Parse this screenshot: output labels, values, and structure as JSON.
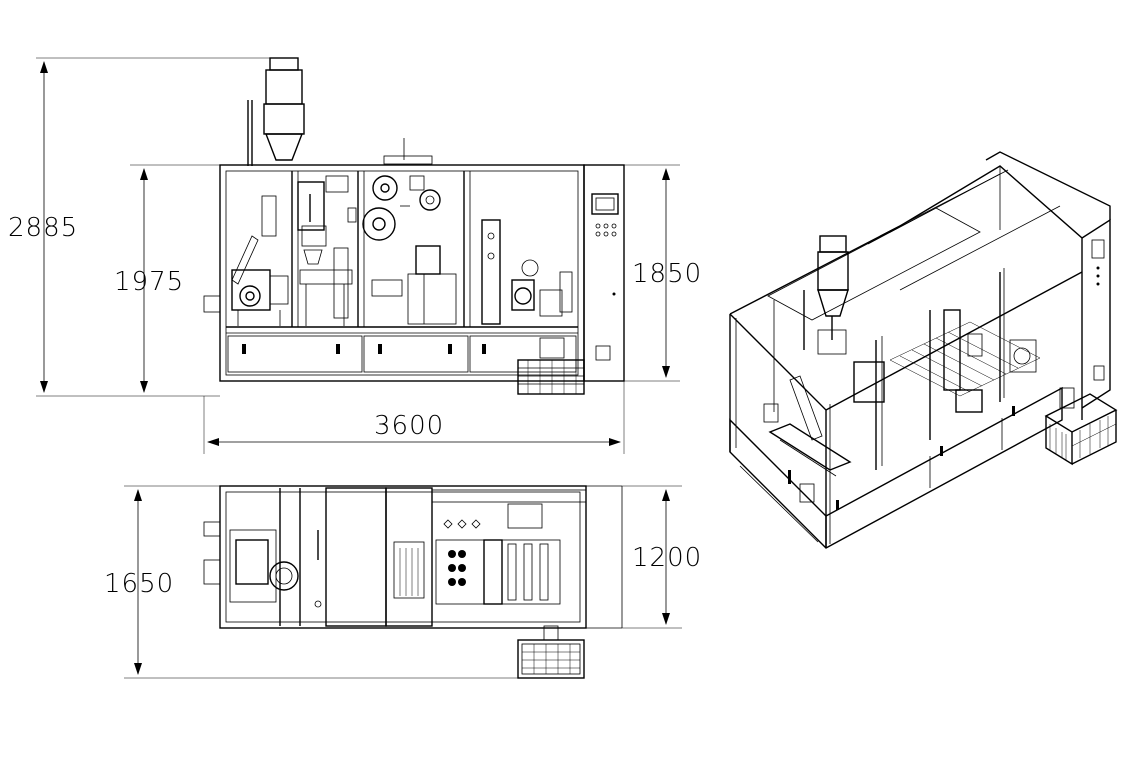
{
  "dimensions": {
    "overall_height": "2885",
    "frame_height": "1975",
    "panel_height": "1850",
    "overall_width": "3600",
    "plan_depth": "1650",
    "plan_body_depth": "1200"
  },
  "colors": {
    "ink": "#000000",
    "paper": "#ffffff"
  }
}
